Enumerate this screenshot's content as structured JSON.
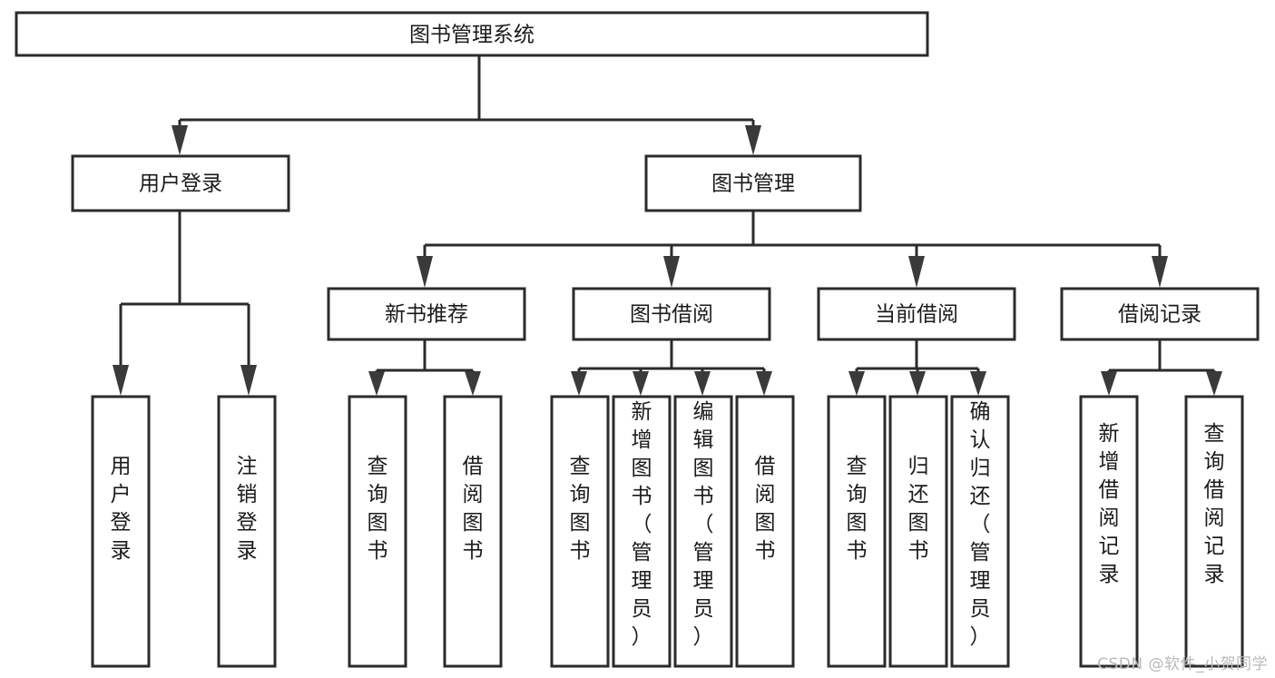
{
  "diagram": {
    "title": "图书管理系统",
    "type": "tree-hierarchy",
    "watermark": "CSDN @软件_小贺同学",
    "levels": {
      "root": {
        "label": "图书管理系统"
      },
      "level2": [
        {
          "id": "user-login",
          "label": "用户登录"
        },
        {
          "id": "book-management",
          "label": "图书管理"
        }
      ],
      "level3": [
        {
          "id": "new-book-recommend",
          "label": "新书推荐",
          "parent": "book-management"
        },
        {
          "id": "book-borrow",
          "label": "图书借阅",
          "parent": "book-management"
        },
        {
          "id": "current-borrow",
          "label": "当前借阅",
          "parent": "book-management"
        },
        {
          "id": "borrow-record",
          "label": "借阅记录",
          "parent": "book-management"
        }
      ],
      "leaves": [
        {
          "id": "leaf-user-login",
          "label": "用户登录",
          "parent": "user-login"
        },
        {
          "id": "leaf-logout-login",
          "label": "注销登录",
          "parent": "user-login"
        },
        {
          "id": "leaf-query-book-1",
          "label": "查询图书",
          "parent": "new-book-recommend"
        },
        {
          "id": "leaf-borrow-book-1",
          "label": "借阅图书",
          "parent": "new-book-recommend"
        },
        {
          "id": "leaf-query-book-2",
          "label": "查询图书",
          "parent": "book-borrow"
        },
        {
          "id": "leaf-add-book",
          "label": "新增图书（管理员）",
          "parent": "book-borrow"
        },
        {
          "id": "leaf-edit-book",
          "label": "编辑图书（管理员）",
          "parent": "book-borrow"
        },
        {
          "id": "leaf-borrow-book-2",
          "label": "借阅图书",
          "parent": "book-borrow"
        },
        {
          "id": "leaf-query-book-3",
          "label": "查询图书",
          "parent": "current-borrow"
        },
        {
          "id": "leaf-return-book",
          "label": "归还图书",
          "parent": "current-borrow"
        },
        {
          "id": "leaf-confirm-return",
          "label": "确认归还（管理员）",
          "parent": "current-borrow"
        },
        {
          "id": "leaf-add-record",
          "label": "新增借阅记录",
          "parent": "borrow-record"
        },
        {
          "id": "leaf-query-record",
          "label": "查询借阅记录",
          "parent": "borrow-record"
        }
      ]
    },
    "colors": {
      "box_stroke": "#2b2b2b",
      "box_fill": "#ffffff",
      "text": "#1b1b1b",
      "watermark": "#b9b9b9",
      "background": "#ffffff"
    }
  }
}
